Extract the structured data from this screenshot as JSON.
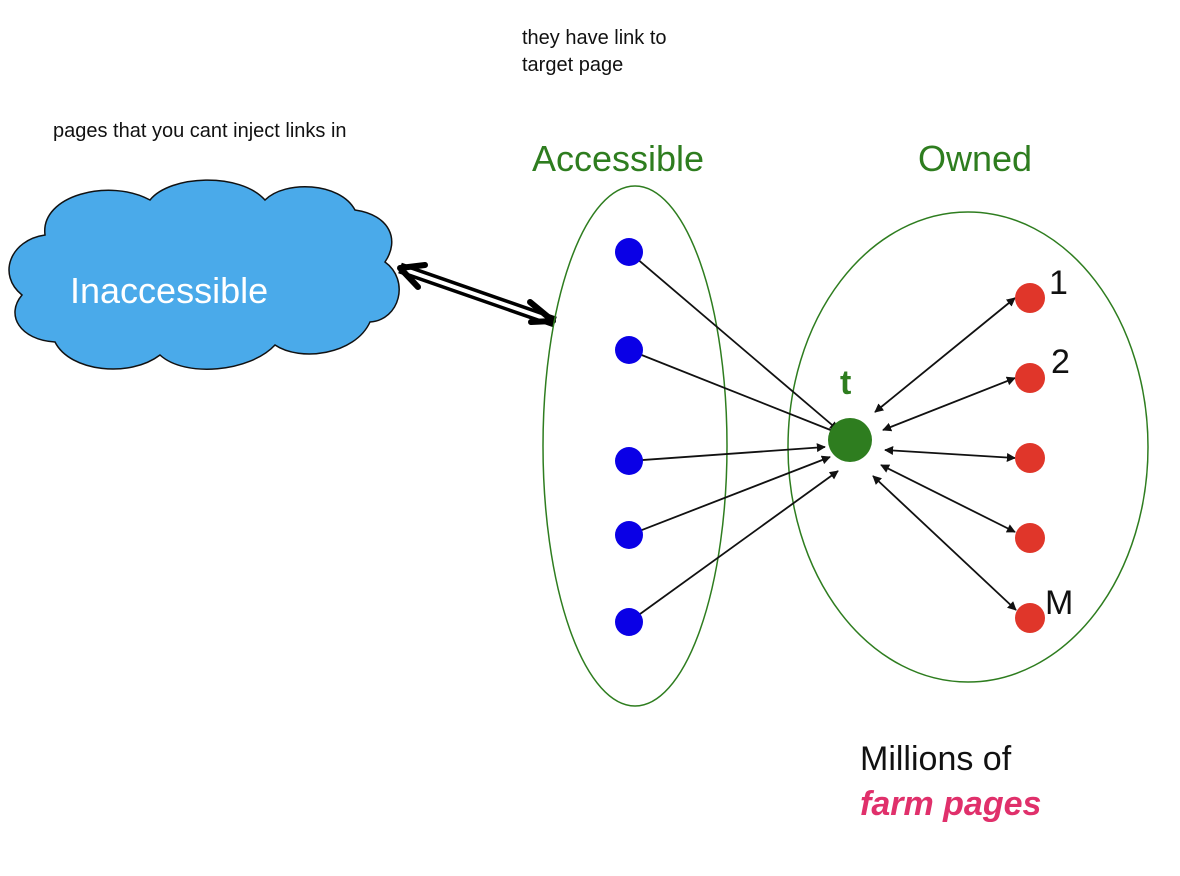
{
  "notes": {
    "top": [
      "they have link to",
      "target page"
    ],
    "left": "pages that you cant inject links in"
  },
  "sets": {
    "inaccessible": "Inaccessible",
    "accessible": "Accessible",
    "owned": "Owned"
  },
  "target": {
    "label": "t",
    "color": "#2e7d1f"
  },
  "farm_labels": [
    "1",
    "2",
    "",
    "",
    "M"
  ],
  "caption": {
    "line1": "Millions of",
    "line2": "farm pages"
  },
  "colors": {
    "set_outline": "#2e7d1f",
    "cloud_fill": "#4aaaea",
    "accessible_node": "#0a00e6",
    "farm_node": "#e0362a",
    "target_node": "#2e7d1f",
    "caption_emphasis": "#e0306b"
  },
  "accessible_node_count": 5,
  "farm_node_count": 5
}
